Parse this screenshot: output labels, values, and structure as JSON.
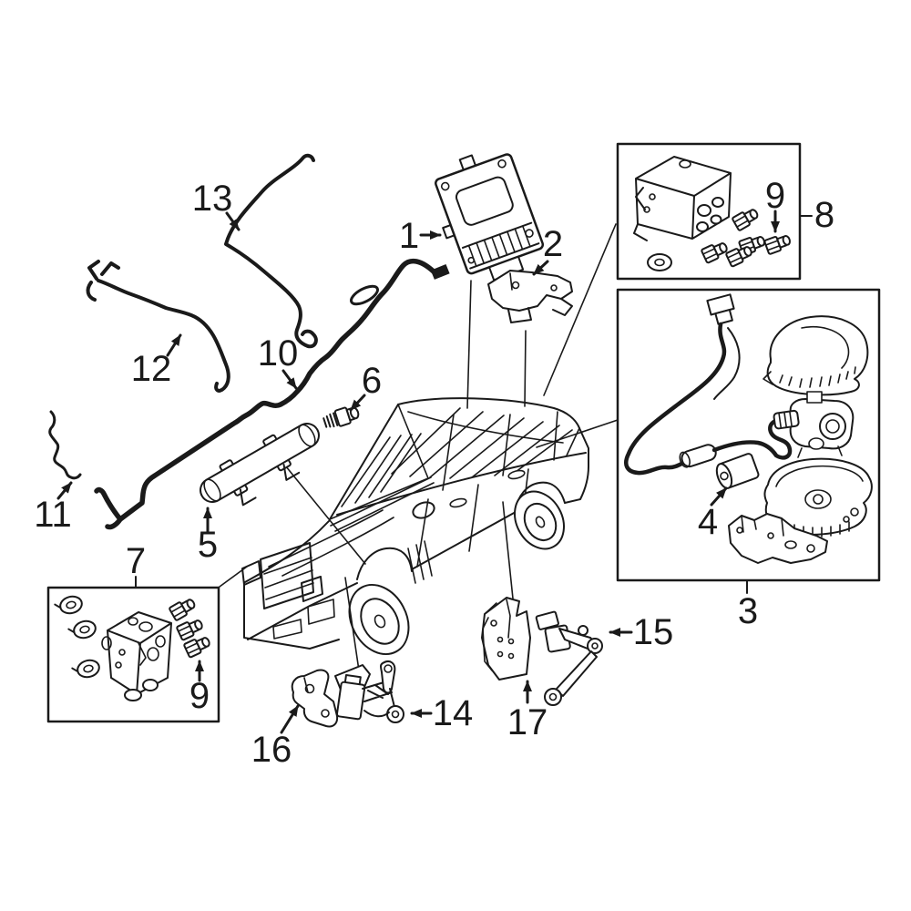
{
  "colors": {
    "background": "#ffffff",
    "line": "#1a1a1a"
  },
  "callouts": [
    {
      "id": "1",
      "label": "1"
    },
    {
      "id": "2",
      "label": "2"
    },
    {
      "id": "3",
      "label": "3"
    },
    {
      "id": "4",
      "label": "4"
    },
    {
      "id": "5",
      "label": "5"
    },
    {
      "id": "6",
      "label": "6"
    },
    {
      "id": "7",
      "label": "7"
    },
    {
      "id": "8",
      "label": "8"
    },
    {
      "id": "9-upper-box",
      "label": "9"
    },
    {
      "id": "9-lower-box",
      "label": "9"
    },
    {
      "id": "10",
      "label": "10"
    },
    {
      "id": "11",
      "label": "11"
    },
    {
      "id": "12",
      "label": "12"
    },
    {
      "id": "13",
      "label": "13"
    },
    {
      "id": "14",
      "label": "14"
    },
    {
      "id": "15",
      "label": "15"
    },
    {
      "id": "16",
      "label": "16"
    },
    {
      "id": "17",
      "label": "17"
    }
  ]
}
